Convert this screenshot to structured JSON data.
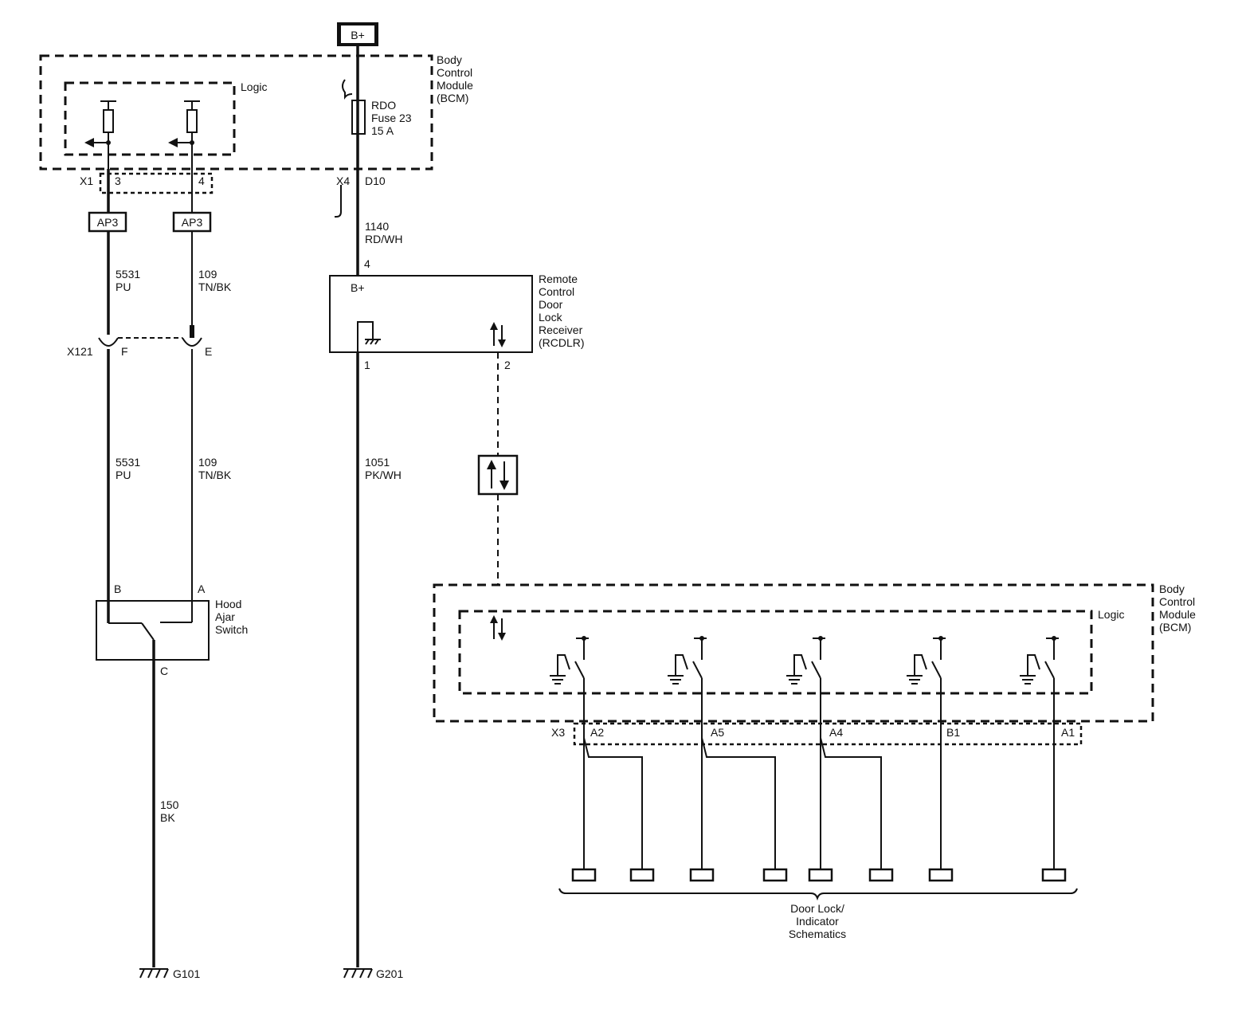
{
  "power": {
    "label": "B+"
  },
  "bcm_top": {
    "title": [
      "Body",
      "Control",
      "Module",
      "(BCM)"
    ],
    "logic": "Logic",
    "fuse": [
      "RDO",
      "Fuse 23",
      "15 A"
    ]
  },
  "connectors": {
    "x1": "X1",
    "x1_pin3": "3",
    "x1_pin4": "4",
    "x4": "X4",
    "x4_pin": "D10",
    "x121": "X121",
    "x121_f": "F",
    "x121_e": "E",
    "x3": "X3"
  },
  "splices": {
    "ap3_left": "AP3",
    "ap3_right": "AP3"
  },
  "wires": {
    "w5531_upper": [
      "5531",
      "PU"
    ],
    "w109_upper": [
      "109",
      "TN/BK"
    ],
    "w5531_lower": [
      "5531",
      "PU"
    ],
    "w109_lower": [
      "109",
      "TN/BK"
    ],
    "w150": [
      "150",
      "BK"
    ],
    "w1140": [
      "1140",
      "RD/WH"
    ],
    "w1051": [
      "1051",
      "PK/WH"
    ]
  },
  "rcdlr": {
    "title": [
      "Remote",
      "Control",
      "Door",
      "Lock",
      "Receiver",
      "(RCDLR)"
    ],
    "bplus": "B+",
    "pin4": "4",
    "pin1": "1",
    "pin2": "2"
  },
  "hood_switch": {
    "title": [
      "Hood",
      "Ajar",
      "Switch"
    ],
    "pin_b": "B",
    "pin_a": "A",
    "pin_c": "C"
  },
  "grounds": {
    "g101": "G101",
    "g201": "G201"
  },
  "bcm_bottom": {
    "title": [
      "Body",
      "Control",
      "Module",
      "(BCM)"
    ],
    "logic": "Logic",
    "pins": [
      "A2",
      "A5",
      "A4",
      "B1",
      "A1"
    ]
  },
  "door_lock": {
    "label": [
      "Door Lock/",
      "Indicator",
      "Schematics"
    ]
  }
}
